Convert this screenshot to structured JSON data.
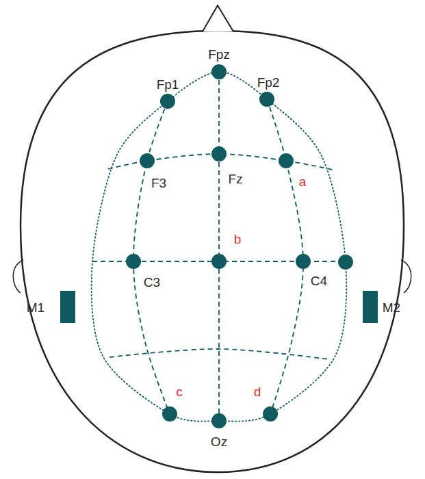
{
  "diagram": {
    "labels": [
      "Fp1",
      "Fpz",
      "Fp2",
      "F3",
      "Fz",
      "a",
      "b",
      "C3",
      "C4",
      "M1",
      "M2",
      "c",
      "d",
      "Oz"
    ]
  }
}
